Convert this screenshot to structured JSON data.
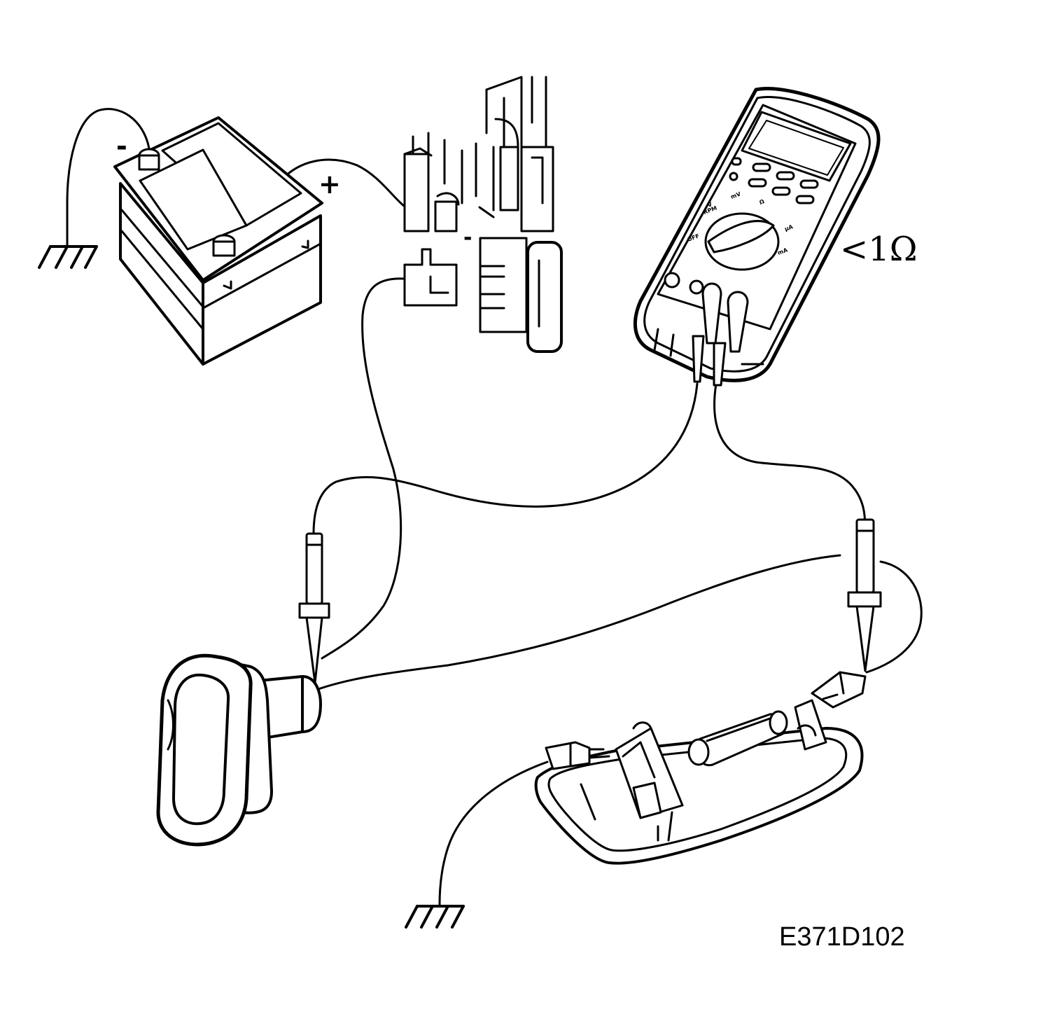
{
  "figure": {
    "code": "E371D102",
    "reading": "<1Ω"
  },
  "battery": {
    "negative_label": "-",
    "positive_label": "+"
  },
  "fuse_box": {
    "minus_label": "-"
  },
  "multimeter": {
    "dial_labels": {
      "v_rpm": "V\nRPM",
      "mv": "mV",
      "ohm": "Ω",
      "off": "OFF",
      "ua": "µA\nA",
      "ma": "mA\nA"
    }
  }
}
